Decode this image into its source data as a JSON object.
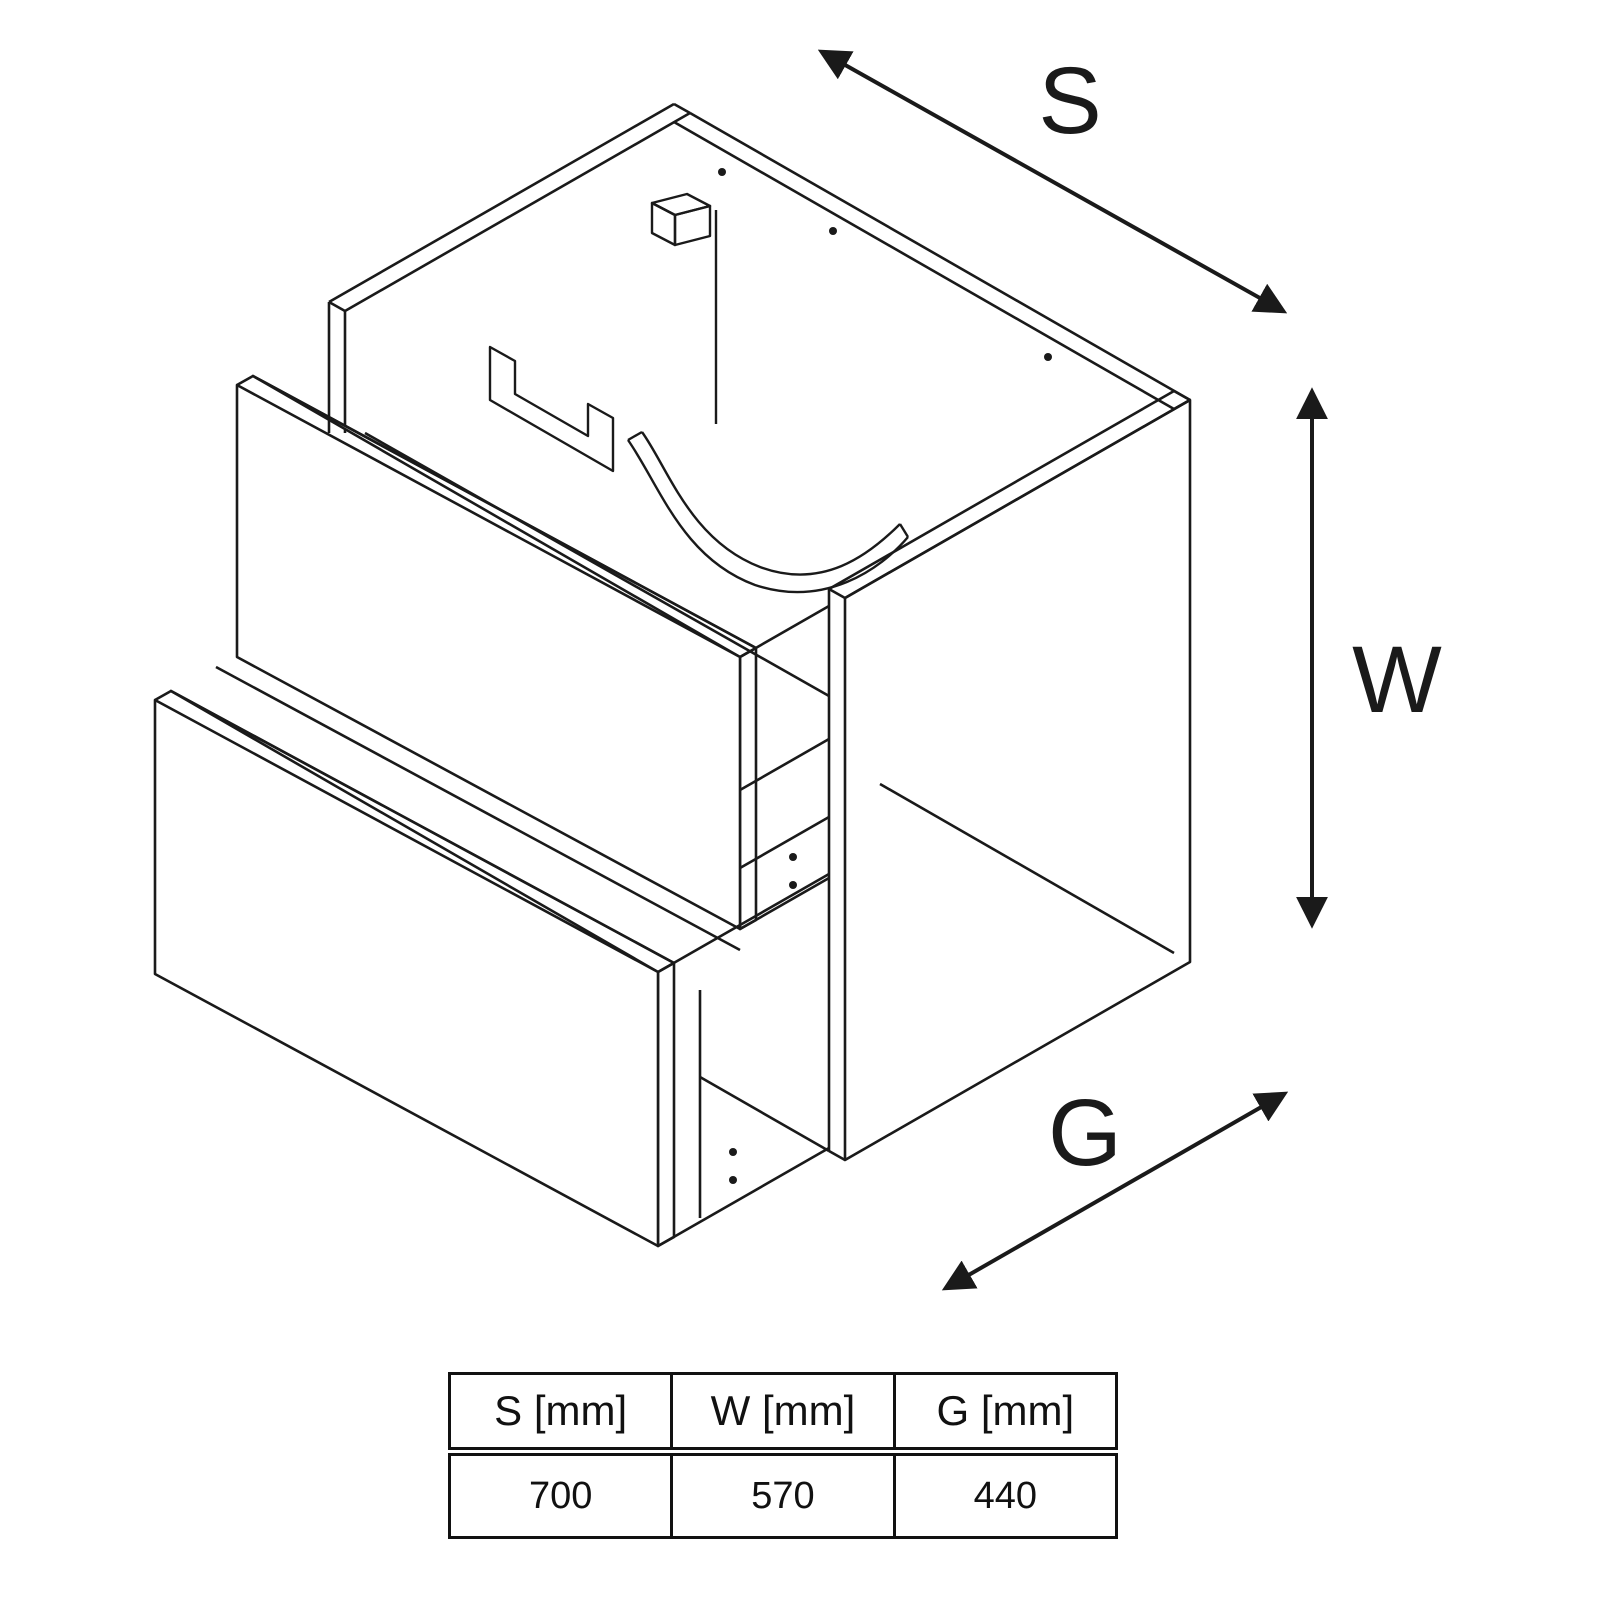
{
  "diagram": {
    "title": "vanity-cabinet-with-two-drawers-technical-drawing",
    "dim_s_label": "S",
    "dim_w_label": "W",
    "dim_g_label": "G"
  },
  "table": {
    "headers": [
      "S [mm]",
      "W [mm]",
      "G [mm]"
    ],
    "values": [
      "700",
      "570",
      "440"
    ]
  },
  "colors": {
    "line": "#1a1a1a",
    "background": "#ffffff"
  }
}
